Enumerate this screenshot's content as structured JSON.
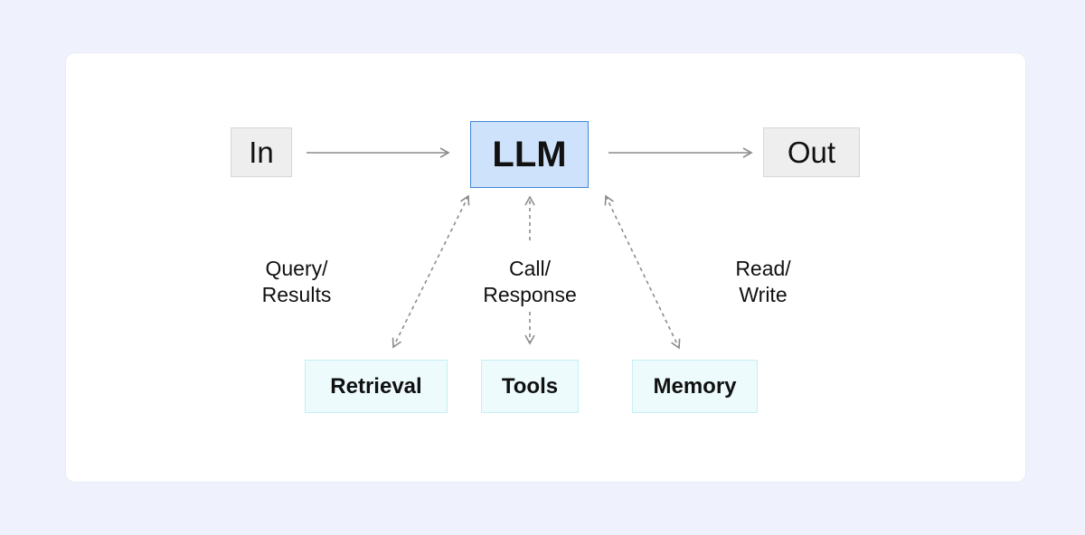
{
  "nodes": {
    "input": "In",
    "llm": "LLM",
    "output": "Out",
    "retrieval": "Retrieval",
    "tools": "Tools",
    "memory": "Memory"
  },
  "edge_labels": {
    "retrieval": {
      "line1": "Query/",
      "line2": "Results"
    },
    "tools": {
      "line1": "Call/",
      "line2": "Response"
    },
    "memory": {
      "line1": "Read/",
      "line2": "Write"
    }
  },
  "colors": {
    "background": "#eff2fd",
    "card": "#ffffff",
    "io_fill": "#eeeeee",
    "llm_fill": "#cfe2fb",
    "llm_border": "#3f86d6",
    "sub_fill": "#edfbfd",
    "sub_border": "#c4eff4",
    "arrow": "#8c8c8c"
  }
}
